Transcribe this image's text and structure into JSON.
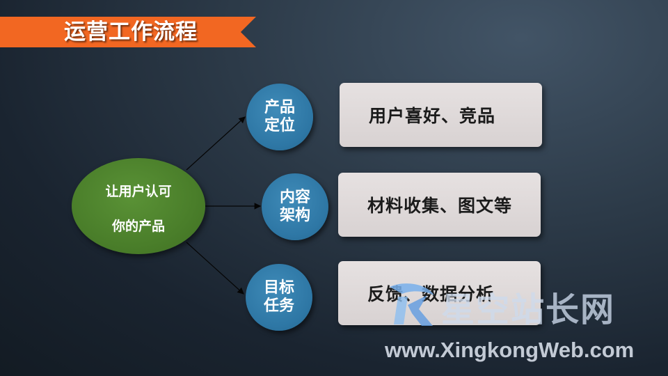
{
  "title": "运营工作流程",
  "colors": {
    "banner": "#f26722",
    "center": "#4a7e2a",
    "node": "#2e77a5",
    "box": "#dcd6d6",
    "background": "#1a2430"
  },
  "center": {
    "line1": "让用户认可",
    "line2": "你的产品"
  },
  "steps": [
    {
      "node_line1": "产品",
      "node_line2": "定位",
      "description": "用户喜好、竞品"
    },
    {
      "node_line1": "内容",
      "node_line2": "架构",
      "description": "材料收集、图文等"
    },
    {
      "node_line1": "目标",
      "node_line2": "任务",
      "description": "反馈、数据分析"
    }
  ],
  "watermark": {
    "name": "星空站长网",
    "url": "www.XingkongWeb.com"
  }
}
